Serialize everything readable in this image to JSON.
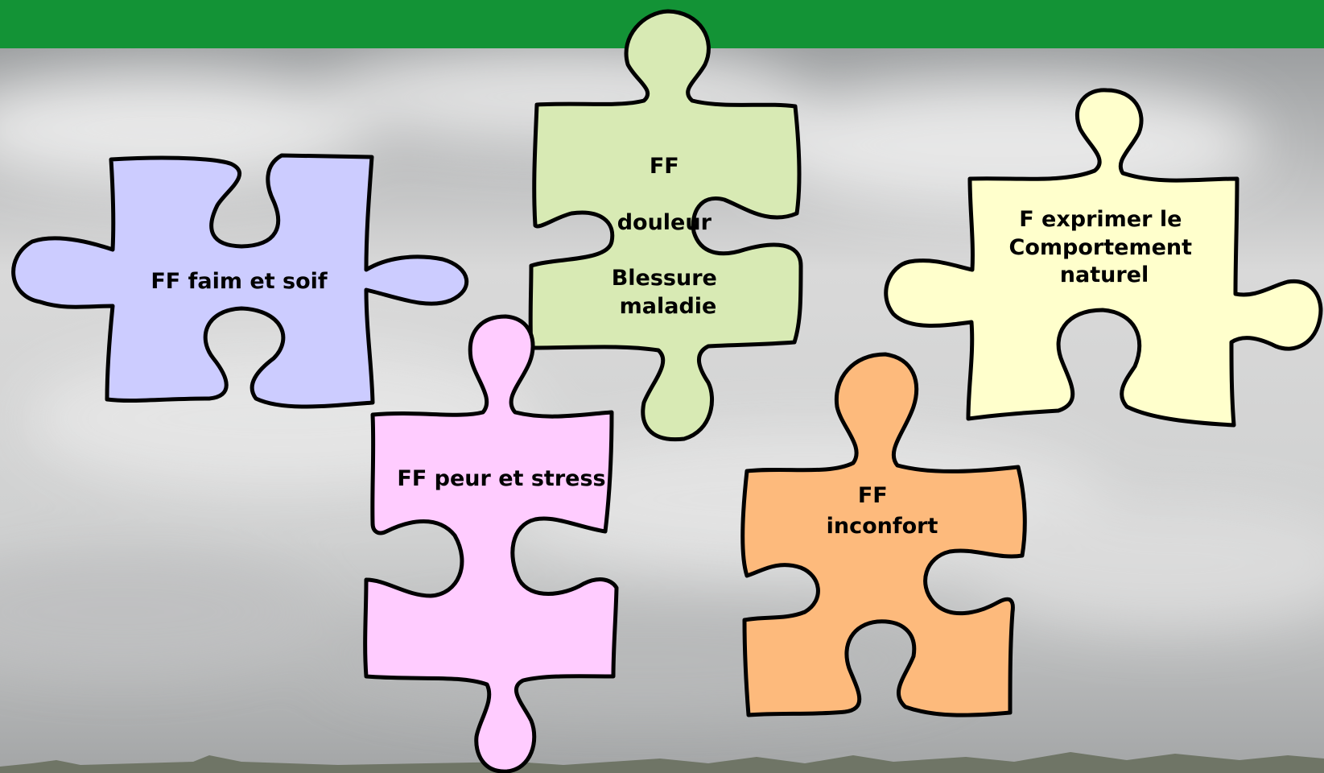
{
  "colors": {
    "header": "#139336",
    "sky_top": "#8f9294",
    "sky_mid": "#dcdcdc",
    "sky_bottom": "#a3a5a6",
    "outline": "#000000"
  },
  "pieces": [
    {
      "id": "faim",
      "color": "#ccccff",
      "lines": [
        "FF faim et soif"
      ]
    },
    {
      "id": "douleur",
      "color": "#d8eab4",
      "lines": [
        "FF",
        "douleur",
        "Blessure",
        "maladie"
      ]
    },
    {
      "id": "comportement",
      "color": "#ffffcc",
      "lines": [
        "F exprimer le",
        "Comportement",
        "naturel"
      ]
    },
    {
      "id": "peur",
      "color": "#ffccff",
      "lines": [
        "FF peur et stress"
      ]
    },
    {
      "id": "inconfort",
      "color": "#fdba7c",
      "lines": [
        "FF",
        "inconfort"
      ]
    }
  ]
}
